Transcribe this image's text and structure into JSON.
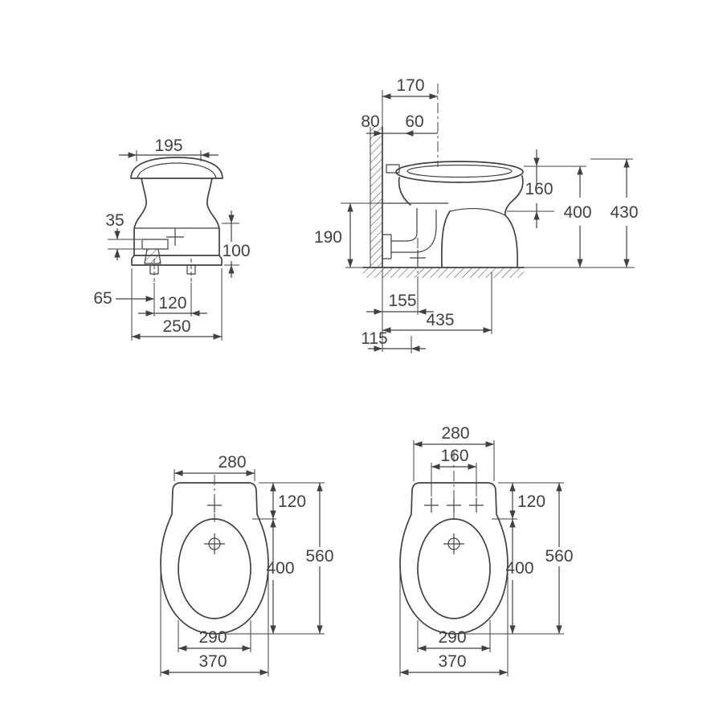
{
  "front": {
    "d195": "195",
    "d35": "35",
    "d100": "100",
    "d65": "65",
    "d120": "120",
    "d250": "250"
  },
  "side": {
    "d170": "170",
    "d80": "80",
    "d60": "60",
    "d160": "160",
    "d400": "400",
    "d430": "430",
    "d190": "190",
    "d155": "155",
    "d435": "435",
    "d115": "115"
  },
  "planA": {
    "d280": "280",
    "d120": "120",
    "d400": "400",
    "d560": "560",
    "d290": "290",
    "d370": "370"
  },
  "planB": {
    "d280": "280",
    "d160": "160",
    "d120": "120",
    "d400": "400",
    "d560": "560",
    "d290": "290",
    "d370": "370"
  }
}
